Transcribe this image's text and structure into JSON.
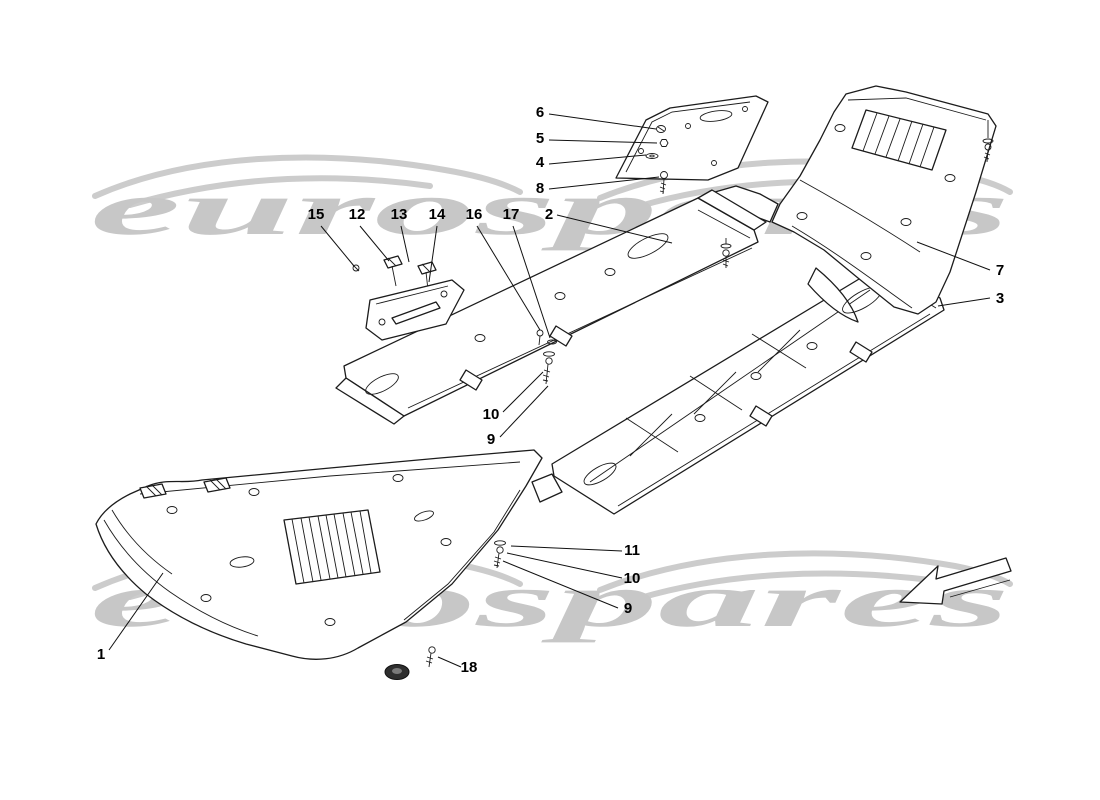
{
  "watermark": {
    "text": "eurospares",
    "color": "#c7c7c7"
  },
  "colors": {
    "background": "#ffffff",
    "line": "#1c1c1c",
    "watermark": "#c7c7c7",
    "grommet": "#2e2e2e"
  },
  "callouts": {
    "c1": "1",
    "c2": "2",
    "c3": "3",
    "c4": "4",
    "c5": "5",
    "c6": "6",
    "c7": "7",
    "c8": "8",
    "c9a": "9",
    "c9b": "9",
    "c10a": "10",
    "c10b": "10",
    "c11": "11",
    "c12": "12",
    "c13": "13",
    "c14": "14",
    "c15": "15",
    "c16": "16",
    "c17": "17",
    "c18": "18"
  }
}
